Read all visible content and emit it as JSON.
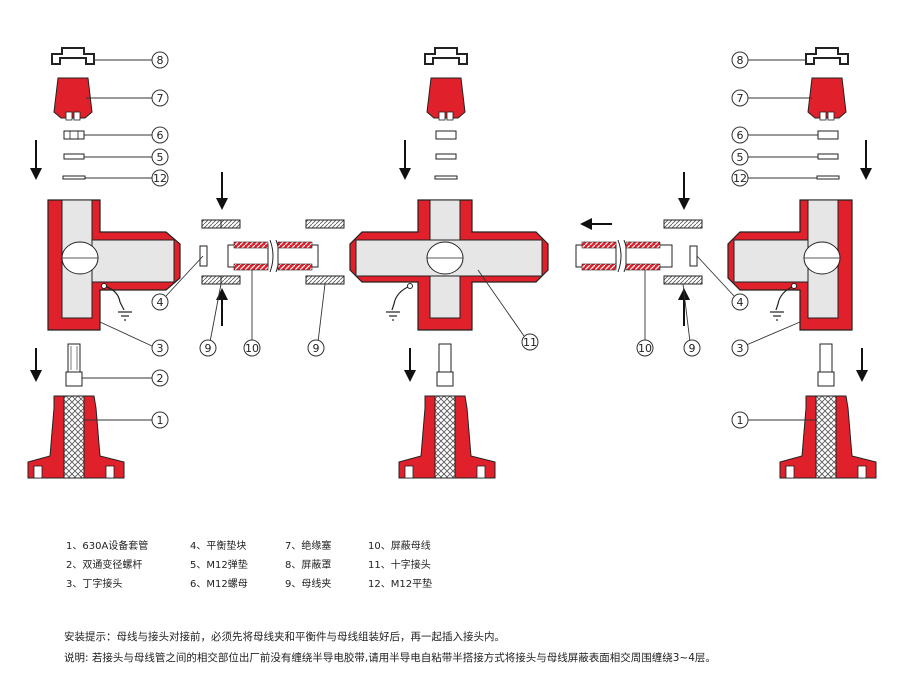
{
  "colors": {
    "red": "#e0202a",
    "gray": "#9a9a9a",
    "lightgray": "#e6e6e6",
    "line": "#2a2a2a"
  },
  "callouts": [
    "1",
    "2",
    "3",
    "4",
    "5",
    "6",
    "7",
    "8",
    "9",
    "10",
    "11",
    "12"
  ],
  "legend": {
    "items": [
      "1、630A设备套管",
      "2、双通变径螺杆",
      "3、丁字接头",
      "4、平衡垫块",
      "5、M12弹垫",
      "6、M12螺母",
      "7、绝缘塞",
      "8、屏蔽罩",
      "9、母线夹",
      "10、屏蔽母线",
      "11、十字接头",
      "12、M12平垫"
    ]
  },
  "notes": {
    "install_tip": "安装提示：母线与接头对接前，必须先将母线夹和平衡件与母线组装好后，再一起插入接头内。",
    "explanation": "说明: 若接头与母线管之间的相交部位出厂前没有缠绕半导电胶带,请用半导电自粘带半搭接方式将接头与母线屏蔽表面相交周围缠绕3~4层。"
  }
}
